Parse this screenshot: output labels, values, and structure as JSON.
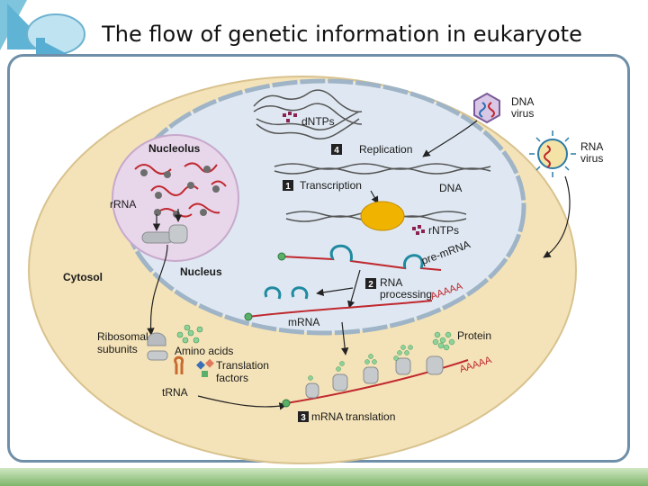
{
  "slide": {
    "title": "The flow of genetic information in eukaryote"
  },
  "diagram": {
    "nucleolus": "Nucleolus",
    "rrna": "rRNA",
    "nucleus": "Nucleus",
    "cytosol": "Cytosol",
    "dntps": "dNTPs",
    "step4_num": "4",
    "replication": "Replication",
    "step1_num": "1",
    "transcription": "Transcription",
    "dna": "DNA",
    "rntps": "rNTPs",
    "pre_mrna": "pre-mRNA",
    "aaaaa_nucleus": "AAAAA",
    "step2_num": "2",
    "rna_processing_1": "RNA",
    "rna_processing_2": "processing",
    "mrna": "mRNA",
    "ribosomal_1": "Ribosomal",
    "ribosomal_2": "subunits",
    "amino_acids": "Amino acids",
    "translation_factors_1": "Translation",
    "translation_factors_2": "factors",
    "trna": "tRNA",
    "step3_num": "3",
    "mrna_translation": "mRNA translation",
    "protein": "Protein",
    "aaaaa_cytosol": "AAAAA",
    "dna_virus_1": "DNA",
    "dna_virus_2": "virus",
    "rna_virus_1": "RNA",
    "rna_virus_2": "virus"
  },
  "colors": {
    "cytosol_fill": "#f4e3b8",
    "nucleus_fill": "#dfe8f2",
    "nucleolus_fill": "#e8d6ea",
    "rna_strand": "#c0282f",
    "rna_loop": "#1f8aa0",
    "ribosome": "#b8bcc0",
    "step_box": "#222222",
    "bead": "#8fd19a"
  }
}
